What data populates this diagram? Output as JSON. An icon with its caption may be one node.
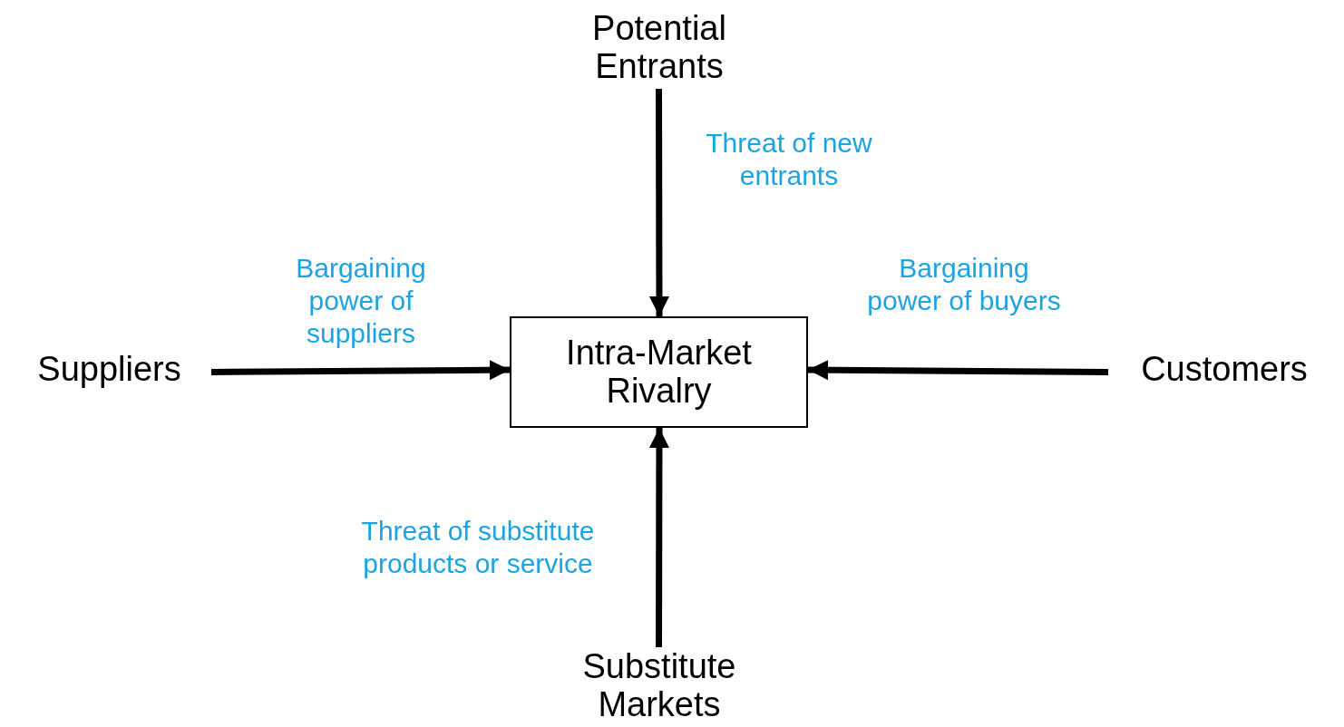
{
  "diagram": {
    "nodes": [
      {
        "text": [
          "Potential Entrants"
        ]
      },
      {
        "text": [
          "Suppliers"
        ]
      },
      {
        "text": [
          "Intra-Market Rivalry"
        ]
      },
      {
        "text": [
          "Customers"
        ]
      },
      {
        "text": [
          "Substitute Markets"
        ]
      }
    ],
    "edges": [
      {
        "from": 0,
        "to": 2,
        "arrow": "to",
        "label": "Threat of new entrants"
      },
      {
        "from": 1,
        "to": 2,
        "arrow": "to",
        "label": "Bargaining power of suppliers"
      },
      {
        "from": 3,
        "to": 2,
        "arrow": "to",
        "label": "Bargaining power of buyers"
      },
      {
        "from": 4,
        "to": 2,
        "arrow": "to",
        "label": "Threat of substitute products or service"
      }
    ]
  }
}
